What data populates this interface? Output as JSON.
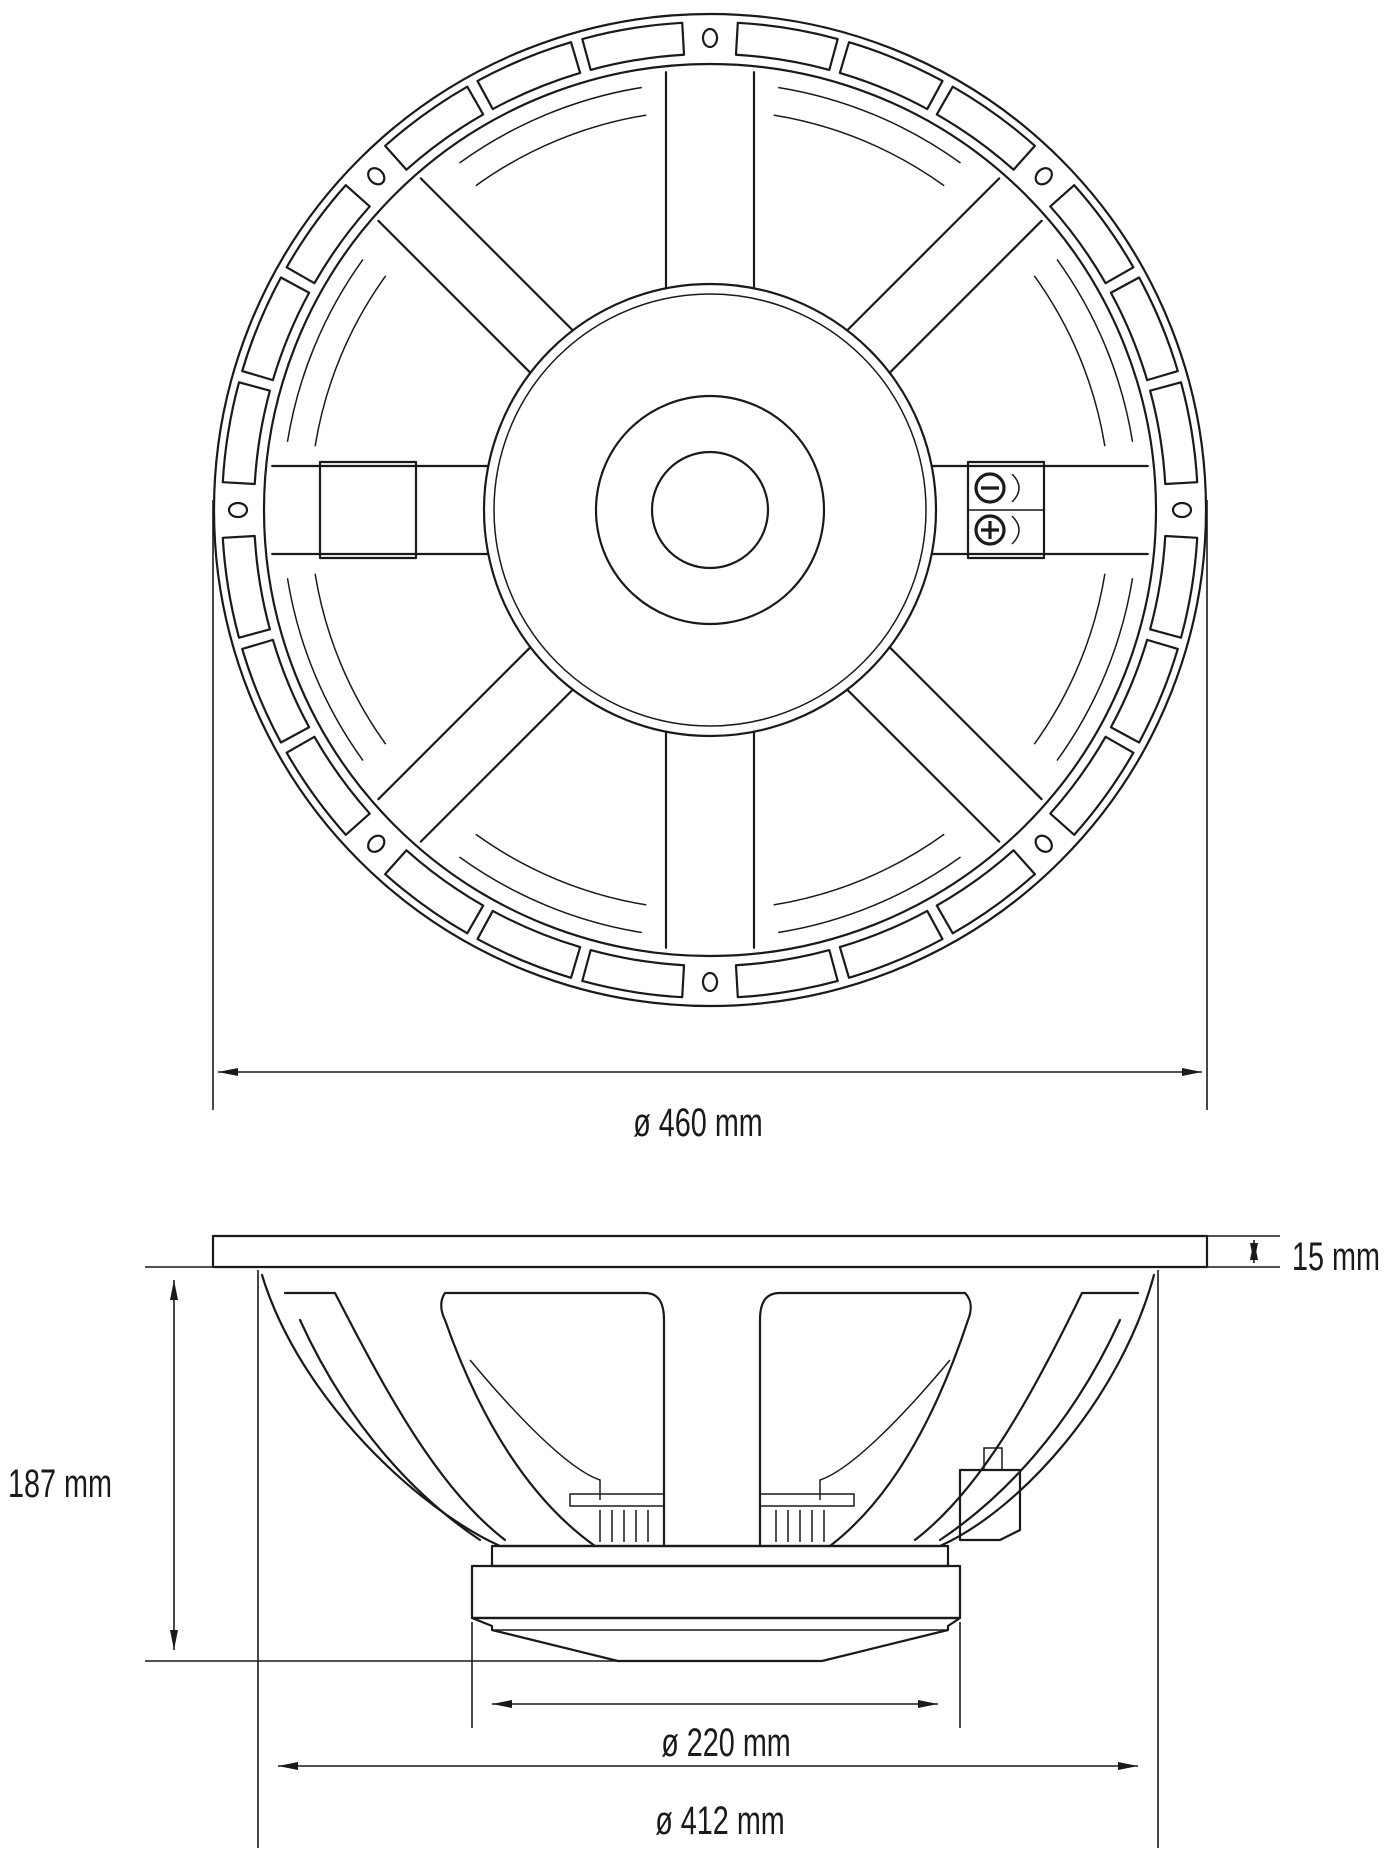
{
  "drawing": {
    "front_view": {
      "outer_diameter_label": "ø 460 mm",
      "terminal_symbols": [
        "−",
        "+"
      ],
      "mounting_holes": 8,
      "rim_slots": 24,
      "spokes": 8
    },
    "side_view": {
      "flange_thickness_label": "15 mm",
      "depth_label": "187 mm",
      "magnet_diameter_label": "ø 220 mm",
      "basket_diameter_label": "ø 412 mm"
    },
    "colors": {
      "line": "#1a1a1a",
      "background": "#ffffff"
    }
  }
}
